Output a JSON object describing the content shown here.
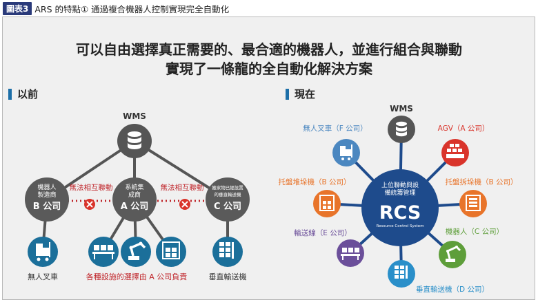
{
  "figure": {
    "badge": "圖表3",
    "caption": "ARS 的特點① 通過複合機器人控制實現完全自動化"
  },
  "headline": {
    "line1": "可以自由選擇真正需要的、最合適的機器人，並進行組合與聯動",
    "line2": "實現了一條龍的全自動化解決方案"
  },
  "before": {
    "title": "以前",
    "wms": "WMS",
    "nodes": [
      {
        "small1": "機器人",
        "small2": "製造商",
        "big": "B 公司"
      },
      {
        "small1": "系統集",
        "small2": "成商",
        "big": "A 公司"
      },
      {
        "small1": "搬家物已經設置",
        "small2": "的垂直輸送機",
        "big": "C 公司"
      }
    ],
    "no_link_label": "無法相互聯動",
    "bottom_labels": {
      "left": "無人叉車",
      "middle": "各種設施的選擇由 A 公司負責",
      "right": "垂直輸送機"
    }
  },
  "after": {
    "title": "現在",
    "wms": "WMS",
    "hub": {
      "line1": "上位聯動與設",
      "line2": "備統籌管理",
      "logo": "RCS",
      "logo_sub": "Resource Control System"
    },
    "satellites": [
      {
        "label": "無人叉車（F 公司）",
        "color": "#4b87c0"
      },
      {
        "label": "AGV（A 公司）",
        "color": "#d9342b"
      },
      {
        "label": "托盤堆垛機（B 公司）",
        "color": "#e8742a"
      },
      {
        "label": "托盤拆垛機（B 公司）",
        "color": "#e8742a"
      },
      {
        "label": "輸送線（E 公司）",
        "color": "#6b4f9a"
      },
      {
        "label": "機器人（C 公司）",
        "color": "#5e9e3a"
      },
      {
        "label": "垂直輸送機（D 公司）",
        "color": "#2a8fc9"
      }
    ]
  },
  "colors": {
    "dark_node": "#5a5a5a",
    "wms": "#555555",
    "red_x": "#d9342b",
    "blue_icon": "#1b6f9a",
    "hub": "#1e4b8c"
  }
}
